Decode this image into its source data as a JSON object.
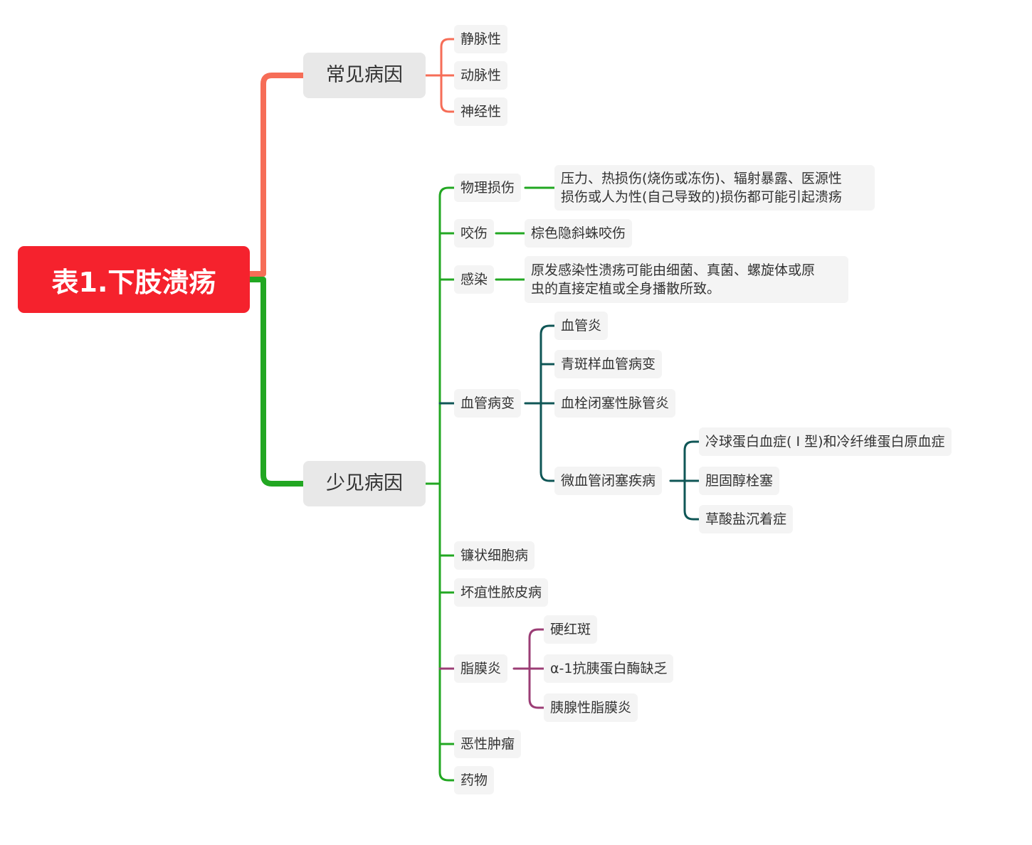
{
  "root": "表1.下肢溃疡",
  "branch_common": {
    "label": "常见病因",
    "items": [
      "静脉性",
      "动脉性",
      "神经性"
    ]
  },
  "branch_rare": {
    "label": "少见病因",
    "physical": {
      "label": "物理损伤",
      "detail_1": "压力、热损伤(烧伤或冻伤)、辐射暴露、医源性",
      "detail_2": "损伤或人为性(自己导致的)损伤都可能引起溃疡"
    },
    "bite": {
      "label": "咬伤",
      "detail": "棕色隐斜蛛咬伤"
    },
    "infection": {
      "label": "感染",
      "detail_1": "原发感染性溃疡可能由细菌、真菌、螺旋体或原",
      "detail_2": "虫的直接定植或全身播散所致。"
    },
    "vascular": {
      "label": "血管病变",
      "items": [
        "血管炎",
        "青斑样血管病变",
        "血栓闭塞性脉管炎"
      ],
      "micro": {
        "label": "微血管闭塞疾病",
        "items": [
          "冷球蛋白血症( Ⅰ 型)和冷纤维蛋白原血症",
          "胆固醇栓塞",
          "草酸盐沉着症"
        ]
      }
    },
    "sickle": "镰状细胞病",
    "pyoderma": "坏疽性脓皮病",
    "panniculitis": {
      "label": "脂膜炎",
      "items": [
        "硬红斑",
        "α-1抗胰蛋白酶缺乏",
        "胰腺性脂膜炎"
      ]
    },
    "malignancy": "恶性肿瘤",
    "drugs": "药物"
  },
  "colors": {
    "root": "#f5222d",
    "common_branch": "#f66d57",
    "rare_branch": "#22a722",
    "vascular_branch": "#0f5656",
    "panniculitis_branch": "#9b3d75"
  }
}
